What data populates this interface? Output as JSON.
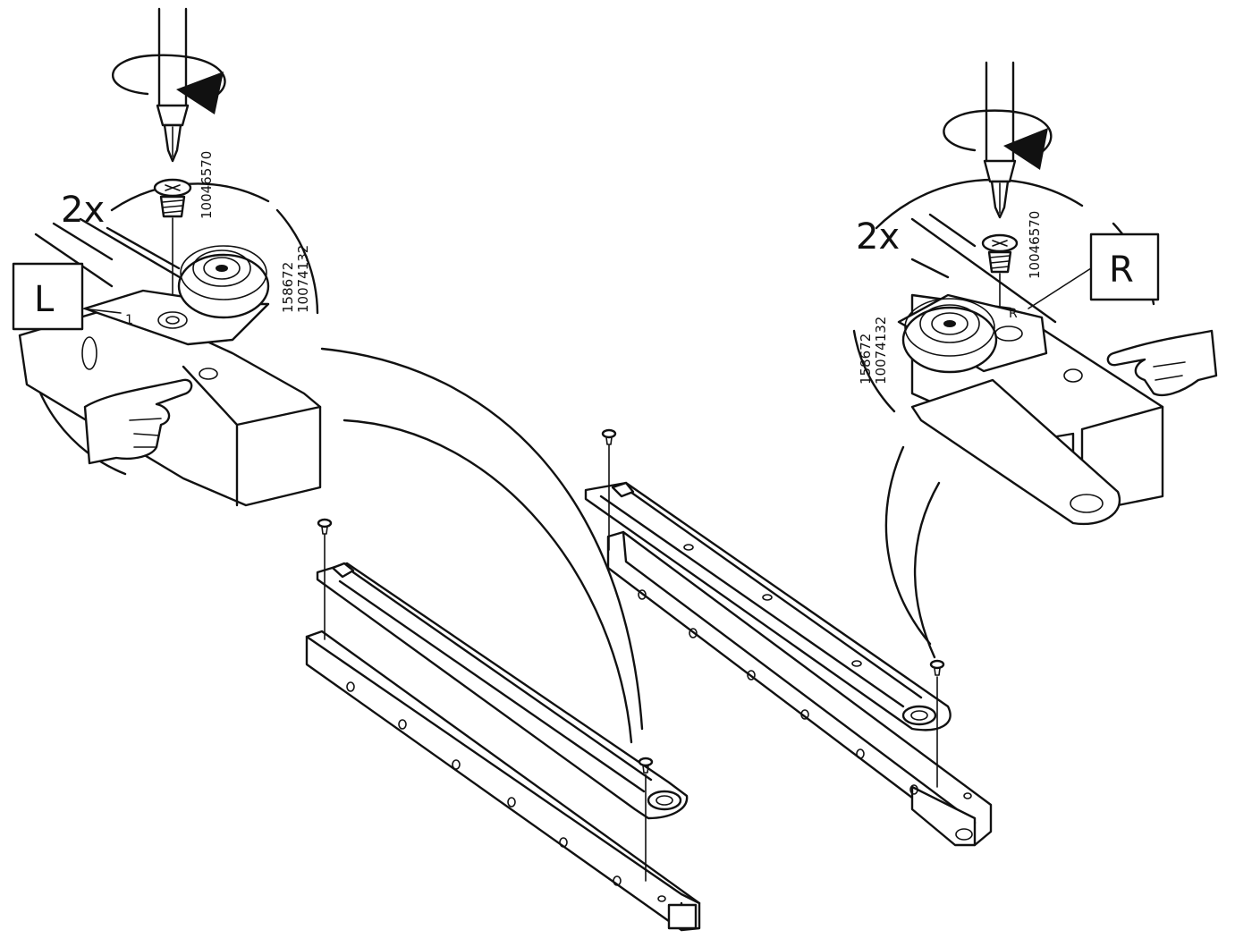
{
  "left_detail": {
    "quantity": "2x",
    "side_label": "L",
    "screw_code": "10046570",
    "part_code_1": "158672",
    "part_code_2": "10074132"
  },
  "right_detail": {
    "quantity": "2x",
    "side_label": "R",
    "screw_code": "10046570",
    "part_code_1": "158672",
    "part_code_2": "10074132"
  },
  "icons": {
    "screwdriver": "screwdriver-icon",
    "rotation_arrow": "clockwise-arrow-icon",
    "hand": "pointing-hand-icon",
    "screw": "screw-icon"
  }
}
